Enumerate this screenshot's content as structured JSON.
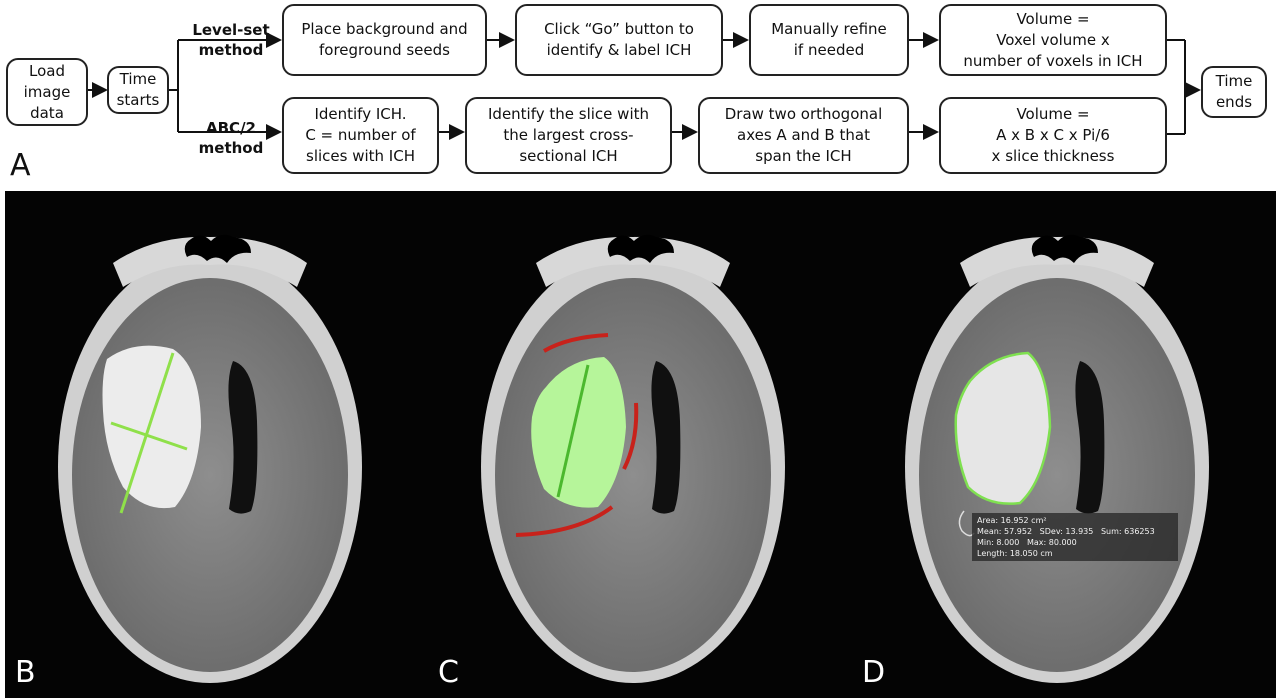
{
  "flowchart": {
    "load_image": "Load\nimage\ndata",
    "time_starts": "Time\nstarts",
    "time_ends": "Time\nends",
    "levelset_method": "Level-set\nmethod",
    "abc2_method": "ABC/2\nmethod",
    "levelset_steps": [
      "Place background and\nforeground seeds",
      "Click “Go” button to\nidentify & label ICH",
      "Manually refine\nif needed",
      "Volume =\nVoxel volume x\nnumber of voxels in ICH"
    ],
    "abc2_steps": [
      "Identify ICH.\nC = number of\nslices with ICH",
      "Identify the slice with\nthe largest cross-\nsectional ICH",
      "Draw two orthogonal\naxes A and B that\nspan the ICH",
      "Volume =\nA x B x C x Pi/6\nx slice thickness"
    ]
  },
  "panel_labels": {
    "a": "A",
    "b": "B",
    "c": "C",
    "d": "D"
  },
  "measurement": {
    "area": "Area: 16.952 cm²",
    "mean_line": "Mean: 57.952   SDev: 13.935   Sum: 636253",
    "minmax": "Min: 8.000   Max: 80.000",
    "length": "Length: 18.050 cm"
  },
  "colors": {
    "line_green": "#8fe04a",
    "overlay_green": "#b6f59a",
    "arc_red": "#c8221b",
    "contour_green": "#7fe050"
  }
}
